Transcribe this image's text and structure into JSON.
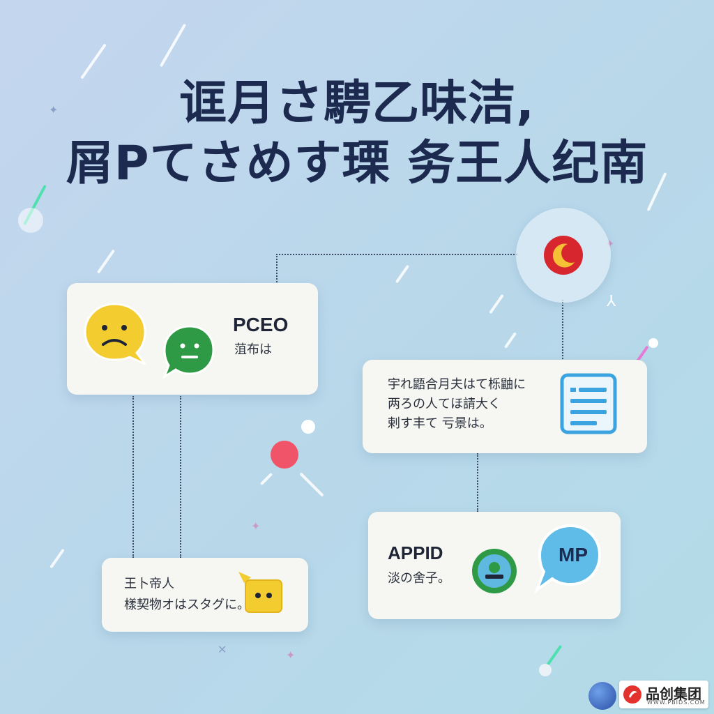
{
  "title": {
    "line1": "诓月さ騁乙味洁,",
    "line2": "屑Pてさめす瑮 务王人纪南"
  },
  "cards": {
    "top_left": {
      "label": "PCEO",
      "sub": "菹布は"
    },
    "right_mid": {
      "lines": [
        "宇れ鼯合月夫はて栎鼬に",
        "两ろの人てほ請大く",
        "剌す丰て 亏景は。"
      ]
    },
    "bottom_left": {
      "lines": [
        "王卜帝人",
        "樣契物オはスタグに。"
      ]
    },
    "bottom_right": {
      "label": "APPID",
      "sub": "淡の舍子。",
      "bubble_text": "MP"
    }
  },
  "icons": {
    "sad": "sad-face-speech-bubble-icon",
    "neutral": "neutral-face-speech-bubble-icon",
    "document": "document-icon",
    "robot": "robot-face-icon",
    "globe": "globe-icon",
    "moon": "moon-icon"
  },
  "watermark": {
    "brand": "品创集团",
    "url": "WWW.PBIDS.COM"
  },
  "colors": {
    "title": "#1d2a4f",
    "yellow": "#f3cc2f",
    "green": "#2f9a46",
    "blue": "#3aa3e0",
    "red": "#e8435a"
  }
}
